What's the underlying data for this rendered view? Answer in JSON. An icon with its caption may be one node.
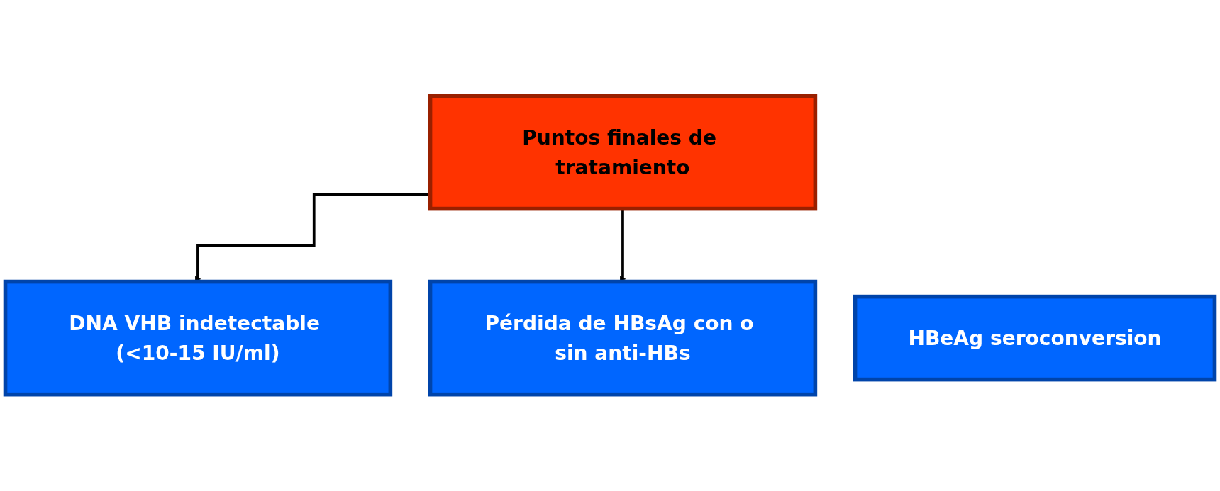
{
  "diagram": {
    "nodes": [
      {
        "text": [
          "Puntos finales de tratamiento"
        ]
      },
      {
        "text": [
          "DNA VHB indetectable (<10-15 IU/ml)"
        ]
      },
      {
        "text": [
          "HBeAg seroconversion"
        ]
      },
      {
        "text": [
          "Pérdida de HBsAg con o sin anti-HBs"
        ]
      }
    ],
    "edges": [
      {
        "from": 0,
        "to": 1,
        "arrow": "to"
      },
      {
        "from": 0,
        "to": 3,
        "arrow": "to"
      }
    ]
  }
}
